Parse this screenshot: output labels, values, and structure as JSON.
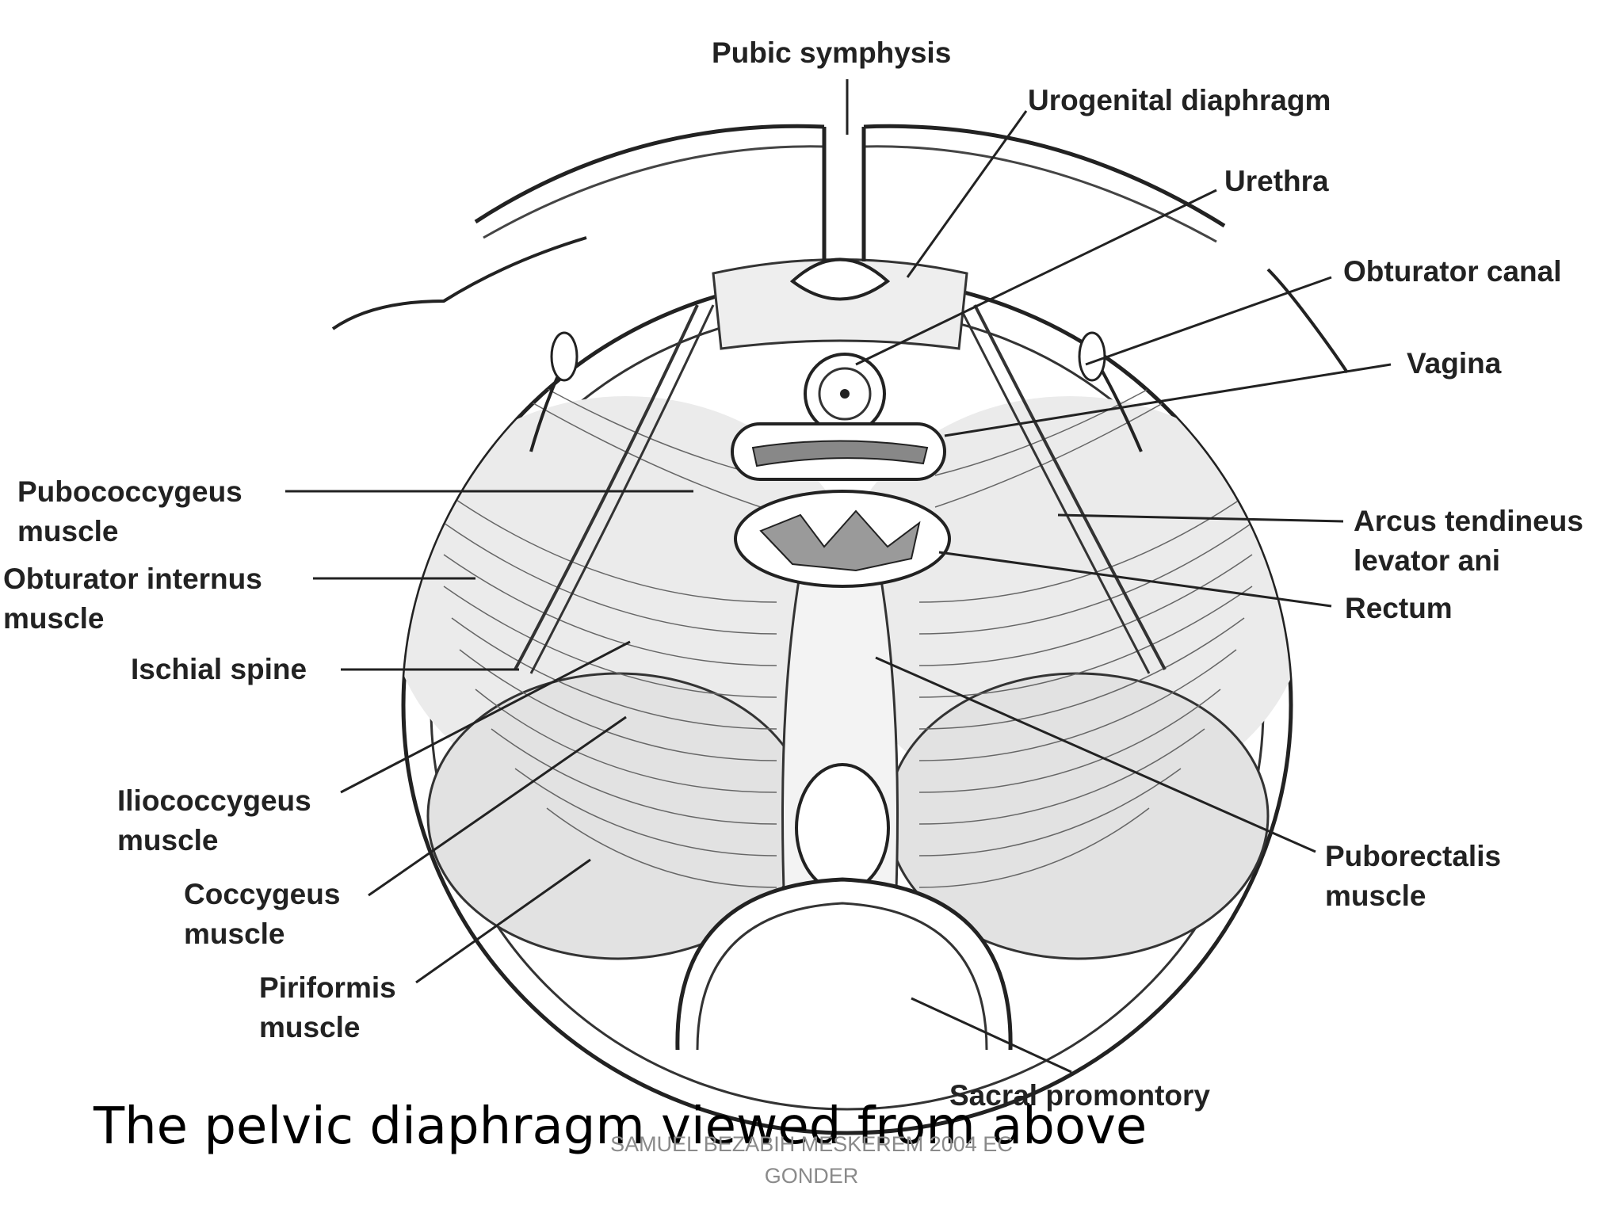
{
  "labels": {
    "pubic_symphysis": "Pubic symphysis",
    "urogenital_diaphragm": "Urogenital diaphragm",
    "urethra": "Urethra",
    "obturator_canal": "Obturator canal",
    "vagina": "Vagina",
    "arcus_tendineus": "Arcus tendineus\nlevator ani",
    "rectum": "Rectum",
    "puborectalis": "Puborectalis\nmuscle",
    "sacral_promontory": "Sacral promontory",
    "pubococcygeus": "Pubococcygeus\nmuscle",
    "obturator_internus": "Obturator internus\nmuscle",
    "ischial_spine": "Ischial spine",
    "iliococcygeus": "Iliococcygeus\nmuscle",
    "coccygeus": "Coccygeus\nmuscle",
    "piriformis": "Piriformis\nmuscle"
  },
  "caption": "The pelvic diaphragm viewed from above",
  "footer": {
    "line1": "SAMUEL BEZABIH MESKEREM 2004 EC",
    "line2": "GONDER"
  },
  "colors": {
    "ink": "#222222",
    "caption": "#000000",
    "footer": "#8a8a8a"
  }
}
